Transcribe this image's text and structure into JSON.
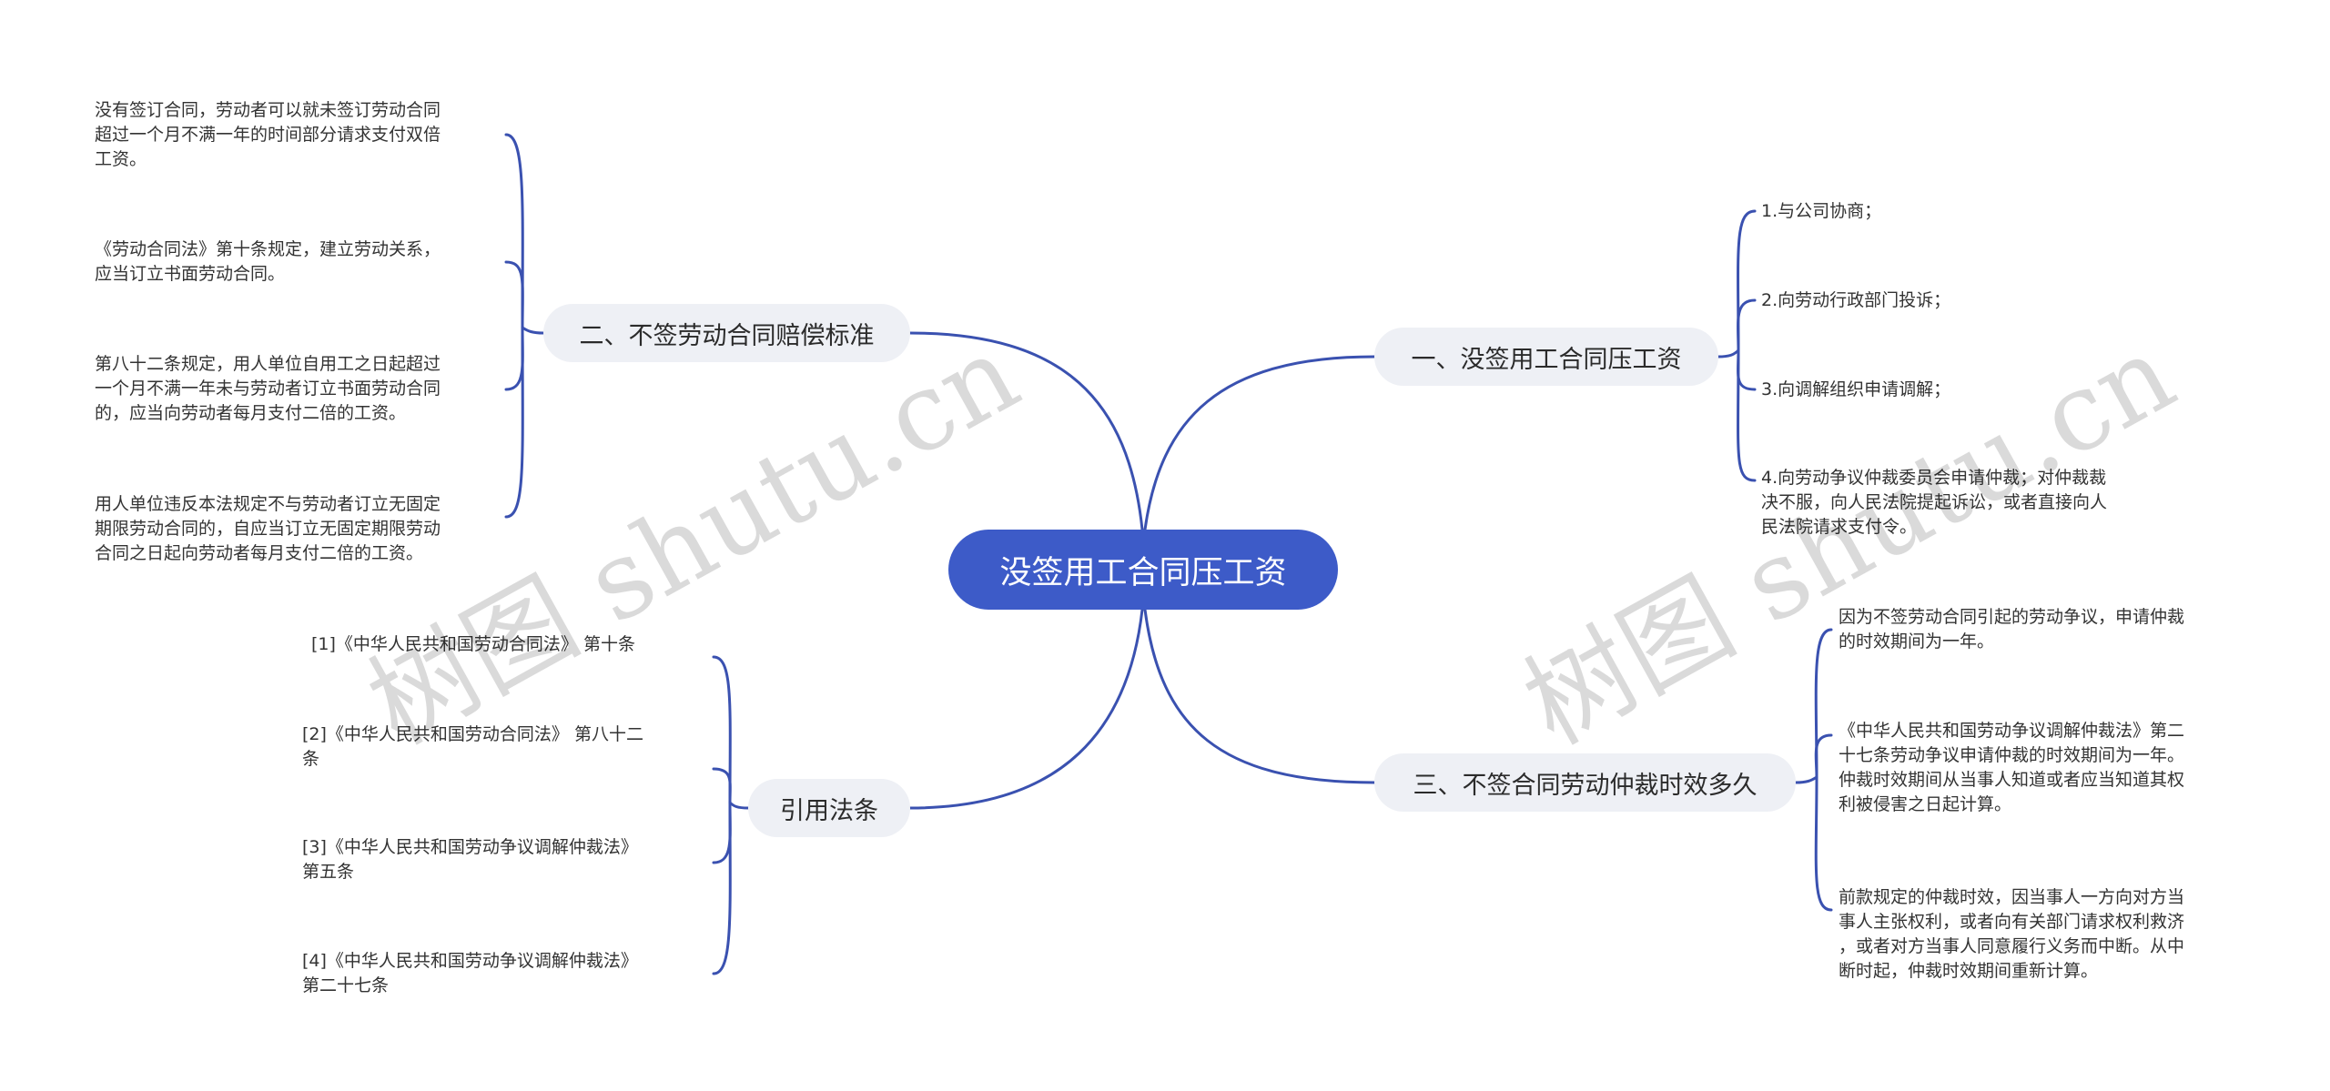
{
  "root": {
    "label": "没签用工合同压工资"
  },
  "branches": {
    "b1": {
      "label": "一、没签用工合同压工资",
      "leaves": [
        "1.与公司协商；",
        "2.向劳动行政部门投诉；",
        "3.向调解组织申请调解；",
        "4.向劳动争议仲裁委员会申请仲裁；对仲裁裁\n决不服，向人民法院提起诉讼，或者直接向人\n民法院请求支付令。"
      ]
    },
    "b2": {
      "label": "二、不签劳动合同赔偿标准",
      "leaves": [
        "没有签订合同，劳动者可以就未签订劳动合同\n超过一个月不满一年的时间部分请求支付双倍\n工资。",
        "《劳动合同法》第十条规定，建立劳动关系，\n应当订立书面劳动合同。",
        "第八十二条规定，用人单位自用工之日起超过\n一个月不满一年未与劳动者订立书面劳动合同\n的，应当向劳动者每月支付二倍的工资。",
        "用人单位违反本法规定不与劳动者订立无固定\n期限劳动合同的，自应当订立无固定期限劳动\n合同之日起向劳动者每月支付二倍的工资。"
      ]
    },
    "b3": {
      "label": "三、不签合同劳动仲裁时效多久",
      "leaves": [
        "因为不签劳动合同引起的劳动争议，申请仲裁\n的时效期间为一年。",
        "《中华人民共和国劳动争议调解仲裁法》第二\n十七条劳动争议申请仲裁的时效期间为一年。\n仲裁时效期间从当事人知道或者应当知道其权\n利被侵害之日起计算。",
        "前款规定的仲裁时效，因当事人一方向对方当\n事人主张权利，或者向有关部门请求权利救济\n，或者对方当事人同意履行义务而中断。从中\n断时起，仲裁时效期间重新计算。"
      ]
    },
    "b4": {
      "label": "引用法条",
      "leaves": [
        "[1]《中华人民共和国劳动合同法》 第十条",
        "[2]《中华人民共和国劳动合同法》 第八十二\n条",
        "[3]《中华人民共和国劳动争议调解仲裁法》\n第五条",
        "[4]《中华人民共和国劳动争议调解仲裁法》\n第二十七条"
      ]
    }
  },
  "watermark": [
    "树图 shutu.cn",
    "树图 shutu.cn"
  ],
  "colors": {
    "root_fill": "#3d5bc8",
    "topic_fill": "#eef0f5",
    "line": "#3a51b0",
    "text": "#333333"
  }
}
